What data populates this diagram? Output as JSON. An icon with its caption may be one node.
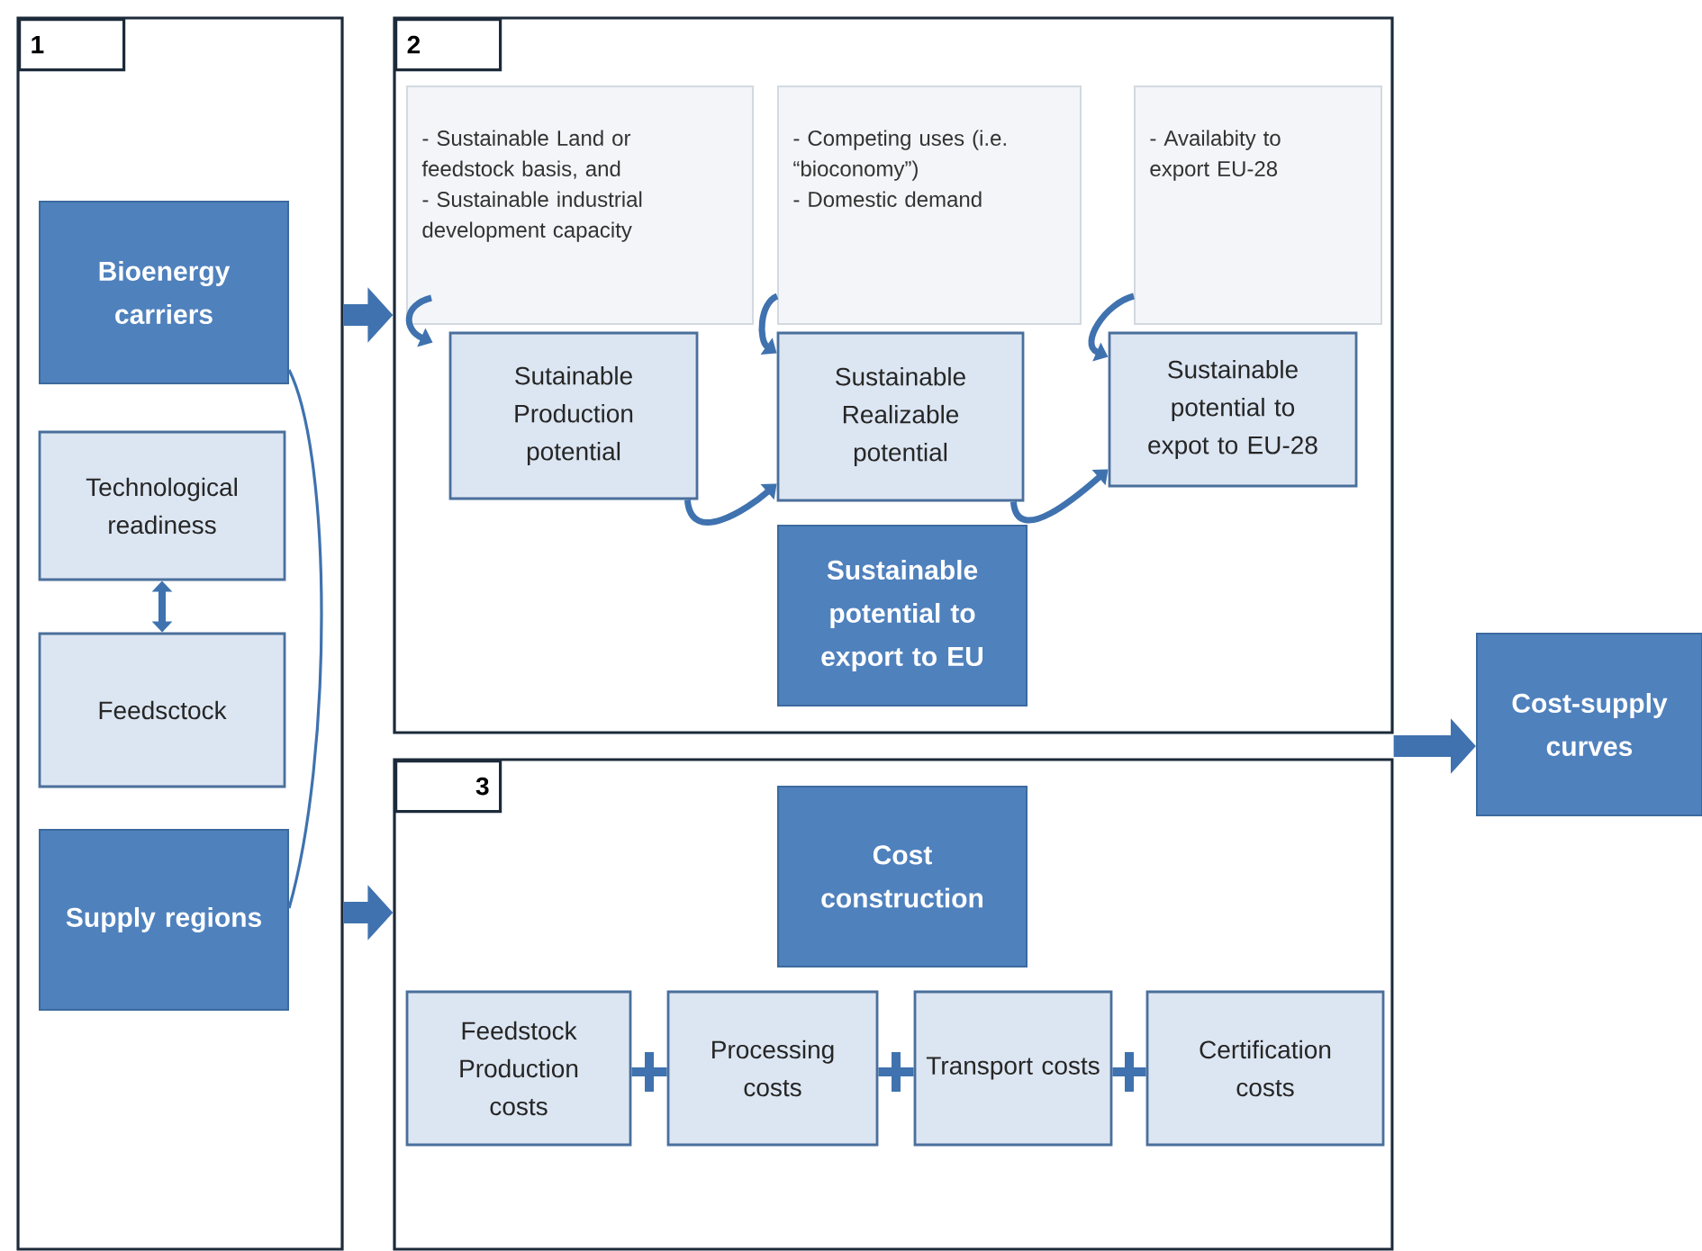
{
  "diagram": {
    "nodes": [
      {
        "text": [
          "1"
        ]
      },
      {
        "text": [
          "Bioenergy carriers"
        ],
        "in": 0
      },
      {
        "text": [
          "Technological readiness"
        ],
        "in": 0
      },
      {
        "text": [
          "Feedsctock"
        ],
        "in": 0
      },
      {
        "text": [
          "Supply regions"
        ],
        "in": 0
      },
      {
        "text": [
          "2"
        ]
      },
      {
        "text": [
          "- Sustainable Land or feedstock basis, and",
          "- Sustainable industrial development capacity"
        ],
        "in": 5
      },
      {
        "text": [
          "- Competing uses (i.e. “bioconomy”)",
          "- Domestic demand"
        ],
        "in": 5
      },
      {
        "text": [
          "- Availabity to export EU-28"
        ],
        "in": 5
      },
      {
        "text": [
          "Sutainable Production potential"
        ],
        "in": 5
      },
      {
        "text": [
          "Sustainable Realizable potential"
        ],
        "in": 5
      },
      {
        "text": [
          "Sustainable potential  to expot to EU-28"
        ],
        "in": 5
      },
      {
        "text": [
          "Sustainable potential to export to EU"
        ],
        "in": 5
      },
      {
        "text": [
          "3"
        ]
      },
      {
        "text": [
          "Cost construction"
        ],
        "in": 13
      },
      {
        "text": [
          "Feedstock Production costs"
        ],
        "in": 13
      },
      {
        "text": [
          "Processing costs"
        ],
        "in": 13
      },
      {
        "text": [
          "Transport costs"
        ],
        "in": 13
      },
      {
        "text": [
          "Certification costs"
        ],
        "in": 13
      },
      {
        "text": [
          "Cost-supply curves"
        ]
      }
    ],
    "edges": [
      {
        "from": 0,
        "to": 5,
        "arrow": "to",
        "style": "thick"
      },
      {
        "from": 0,
        "to": 13,
        "arrow": "to",
        "style": "thick"
      },
      {
        "from": 5,
        "to": 19,
        "arrow": "to",
        "style": "thick"
      },
      {
        "from": 13,
        "to": 19,
        "arrow": "to",
        "style": "thick"
      },
      {
        "from": 1,
        "to": 4,
        "arrow": "none"
      },
      {
        "from": 2,
        "to": 3,
        "arrow": "both"
      },
      {
        "from": 6,
        "to": 9,
        "arrow": "to"
      },
      {
        "from": 7,
        "to": 10,
        "arrow": "to"
      },
      {
        "from": 8,
        "to": 11,
        "arrow": "to"
      },
      {
        "from": 9,
        "to": 10,
        "arrow": "to"
      },
      {
        "from": 10,
        "to": 11,
        "arrow": "to"
      },
      {
        "from": 15,
        "to": 16,
        "arrow": "none"
      },
      {
        "from": 16,
        "to": 17,
        "arrow": "none"
      },
      {
        "from": 17,
        "to": 18,
        "arrow": "none"
      }
    ]
  }
}
